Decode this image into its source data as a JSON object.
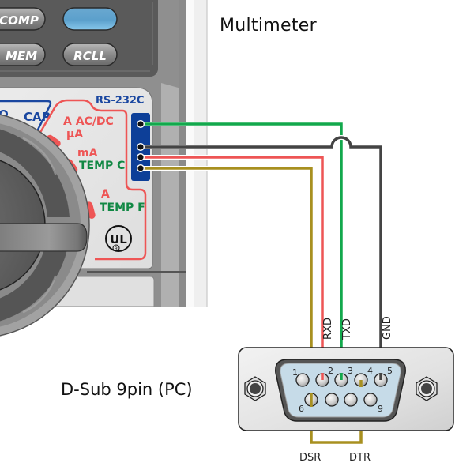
{
  "labels": {
    "device": "Multimeter",
    "connector": "D-Sub 9pin (PC)"
  },
  "meter": {
    "buttons": [
      {
        "label": "COMP",
        "style": "gray"
      },
      {
        "label": "",
        "style": "blue"
      },
      {
        "label": "MEM",
        "style": "gray"
      },
      {
        "label": "RCLL",
        "style": "gray"
      }
    ],
    "port_label": "RS-232C",
    "dial_labels": {
      "cap": "CAP",
      "a_acdc": "A AC/DC",
      "ua": "µA",
      "ma": "mA",
      "temp_c": "TEMP C",
      "a": "A",
      "temp_f": "TEMP F"
    },
    "cert_mark": {
      "main": "UL",
      "sub": "R"
    }
  },
  "dsub": {
    "pin_numbers": [
      "1",
      "2",
      "3",
      "4",
      "5",
      "6",
      "9"
    ],
    "signals": {
      "rxd": "RXD",
      "txd": "TXD",
      "gnd": "GND",
      "dsr": "DSR",
      "dtr": "DTR"
    }
  },
  "wires": [
    {
      "name": "TXD",
      "color": "#12a84c",
      "meter_terminal": 1,
      "dsub_pin": 3
    },
    {
      "name": "GND",
      "color": "#444444",
      "meter_terminal": 2,
      "dsub_pin": 5
    },
    {
      "name": "RXD",
      "color": "#ee5555",
      "meter_terminal": 3,
      "dsub_pin": 2
    },
    {
      "name": "DSR",
      "color": "#a89020",
      "meter_terminal": 4,
      "dsub_pin": 6
    },
    {
      "name": "DTR-DSR loop",
      "color": "#a89020",
      "from_pin": 4,
      "to_pin": 6
    }
  ],
  "colors": {
    "meter_red": "#ee5555",
    "meter_green": "#118844",
    "meter_blue": "#1a47a0",
    "port_blue": "#0d3f98",
    "dsub_face": "#c6dbe8"
  }
}
